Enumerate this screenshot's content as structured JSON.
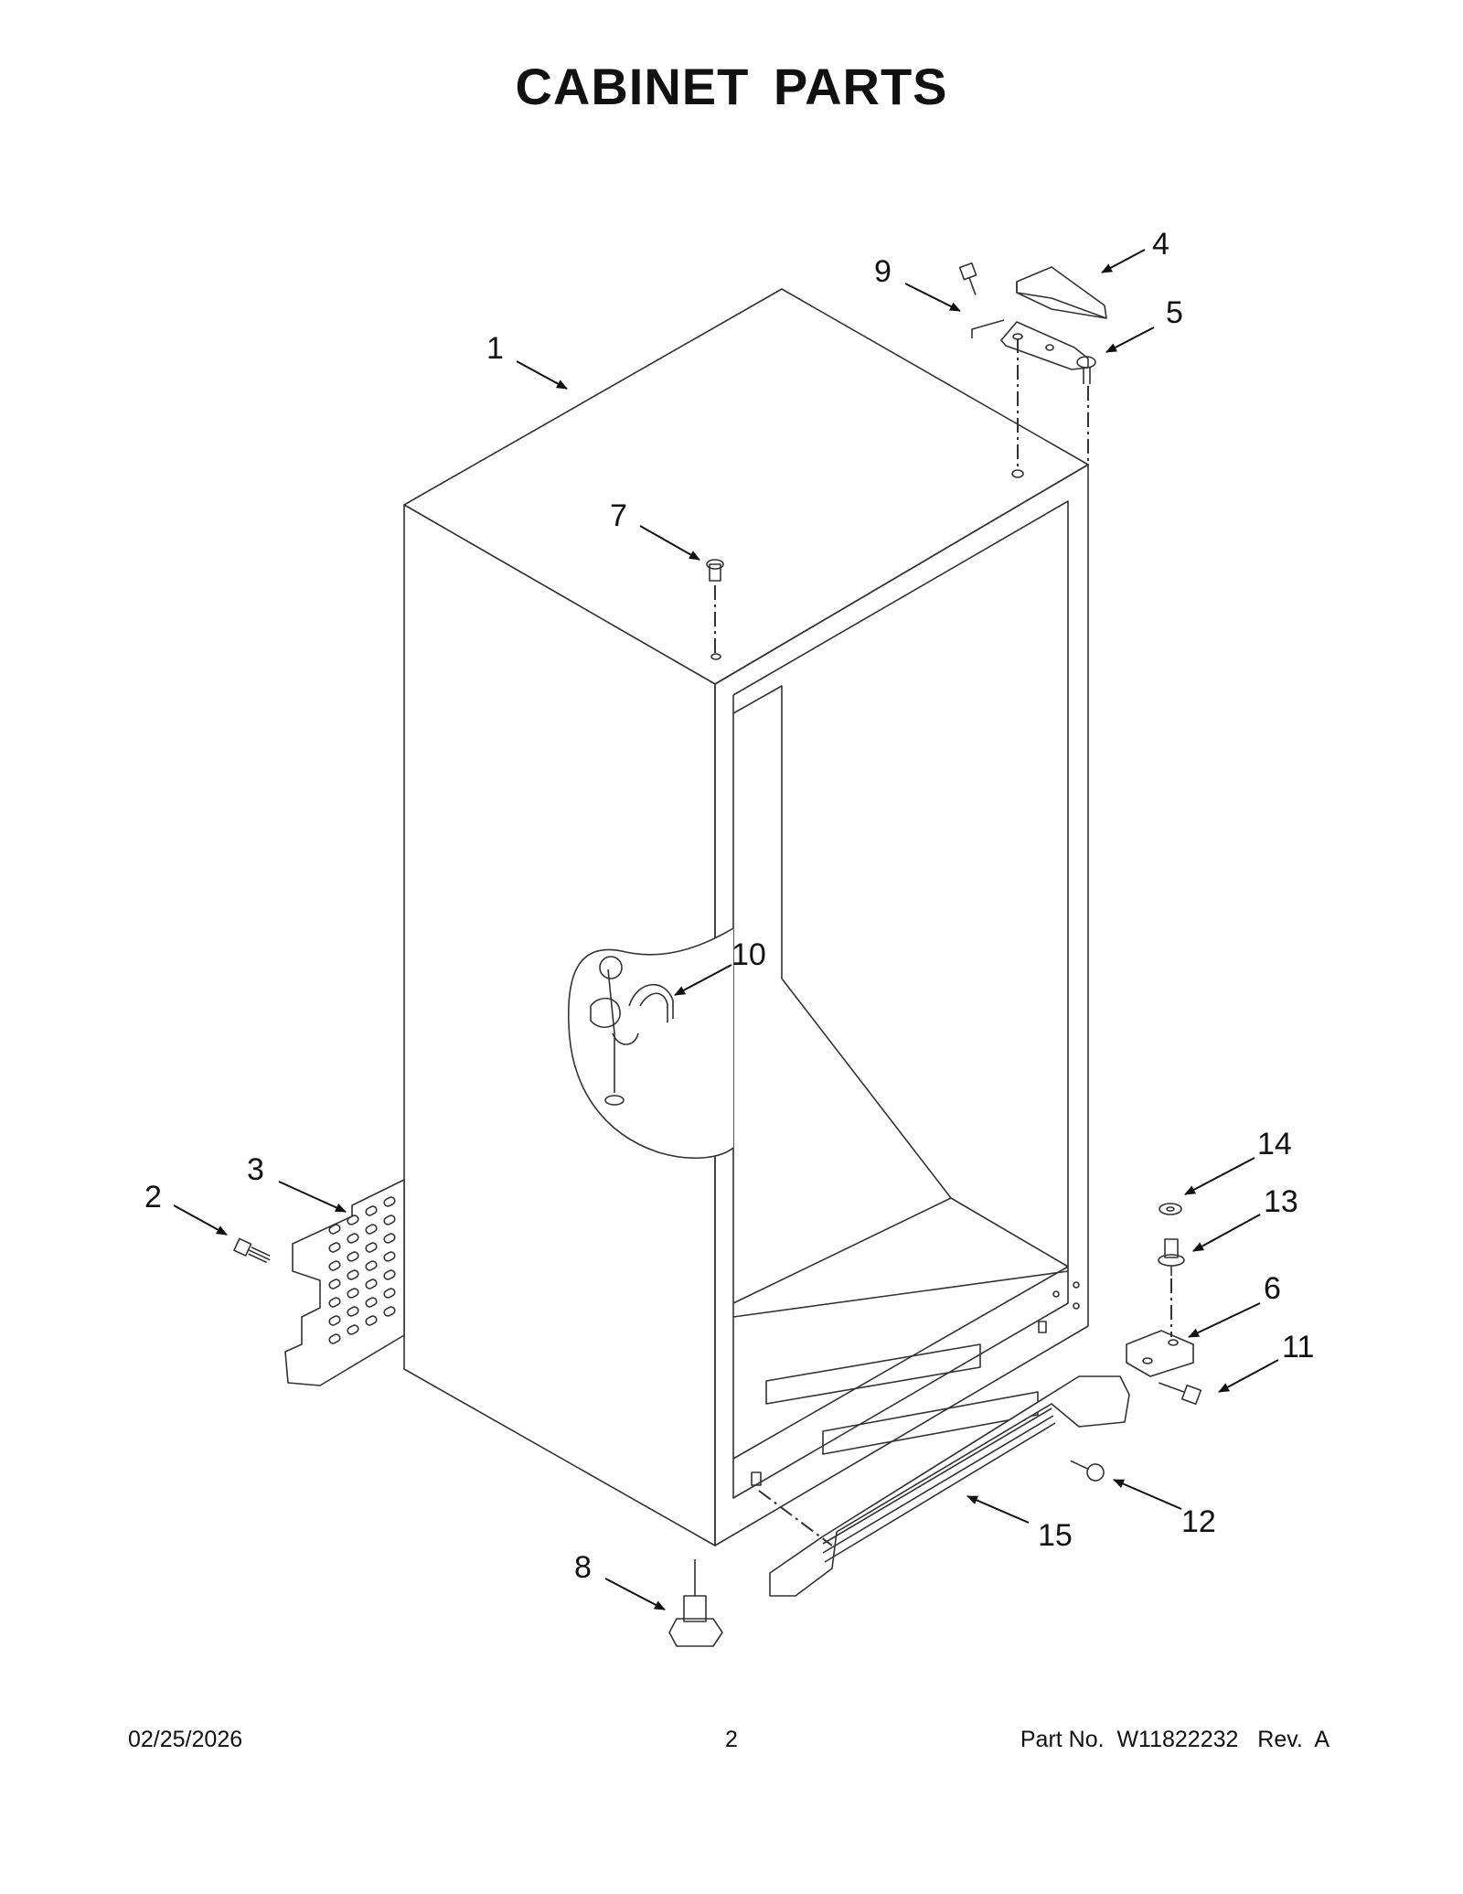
{
  "title": "CABINET PARTS",
  "callouts": [
    "1",
    "2",
    "3",
    "4",
    "5",
    "6",
    "7",
    "8",
    "9",
    "10",
    "11",
    "12",
    "13",
    "14",
    "15"
  ],
  "footer": {
    "date": "02/25/2026",
    "page": "2",
    "part": "Part No.  W11822232   Rev.  A"
  }
}
